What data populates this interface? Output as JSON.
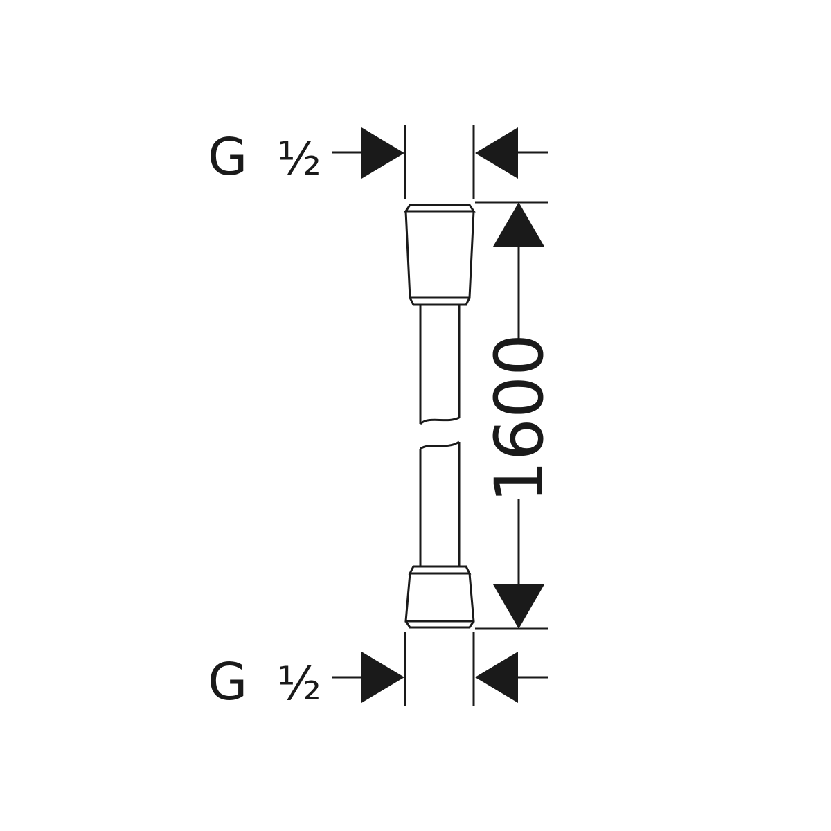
{
  "drawing": {
    "thread_top": {
      "letter": "G",
      "fraction": "½"
    },
    "thread_bottom": {
      "letter": "G",
      "fraction": "½"
    },
    "length_dimension": "1600",
    "colors": {
      "line": "#1a1a1a",
      "background": "#ffffff"
    }
  }
}
